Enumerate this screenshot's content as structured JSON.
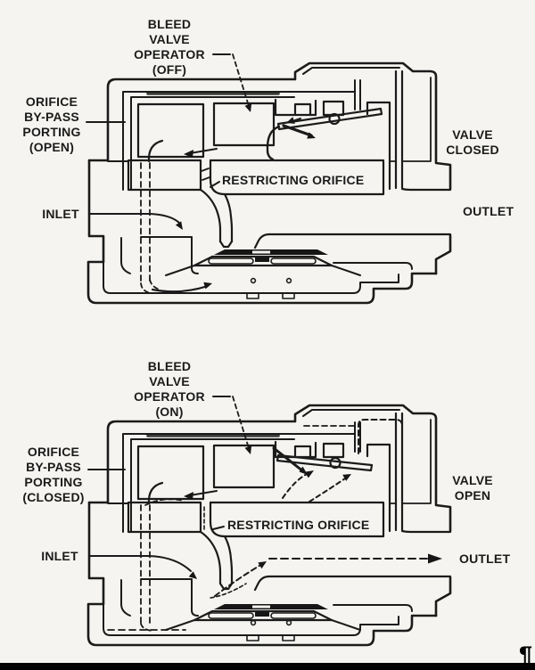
{
  "page": {
    "background": "#f5f4f0",
    "ink": "#1b1b1b",
    "bottom_bar_color": "#000000",
    "paragraph_mark": "¶"
  },
  "diagrams": [
    {
      "name": "valve-closed-bleed-off",
      "operator_line1": "BLEED",
      "operator_line2": "VALVE",
      "operator_line3": "OPERATOR",
      "operator_line4": "(OFF)",
      "bypass_line1": "ORIFICE",
      "bypass_line2": "BY-PASS",
      "bypass_line3": "PORTING",
      "bypass_line4": "(OPEN)",
      "restricting_label": "RESTRICTING ORIFICE",
      "inlet_label": "INLET",
      "outlet_label": "OUTLET",
      "state_line1": "VALVE",
      "state_line2": "CLOSED"
    },
    {
      "name": "valve-open-bleed-on",
      "operator_line1": "BLEED",
      "operator_line2": "VALVE",
      "operator_line3": "OPERATOR",
      "operator_line4": "(ON)",
      "bypass_line1": "ORIFICE",
      "bypass_line2": "BY-PASS",
      "bypass_line3": "PORTING",
      "bypass_line4": "(CLOSED)",
      "restricting_label": "RESTRICTING ORIFICE",
      "inlet_label": "INLET",
      "outlet_label": "OUTLET",
      "state_line1": "VALVE",
      "state_line2": "OPEN"
    }
  ]
}
